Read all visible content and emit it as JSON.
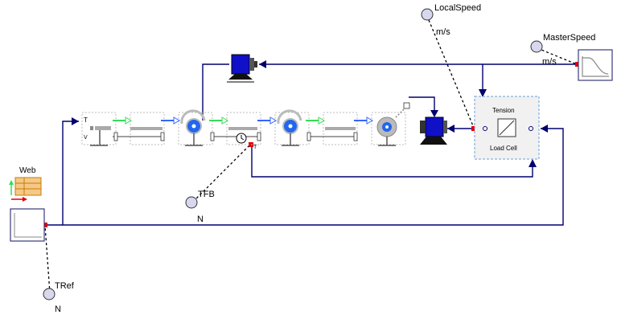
{
  "labels": {
    "local_speed": "LocalSpeed",
    "local_speed_unit": "m/s",
    "master_speed": "MasterSpeed",
    "master_speed_unit": "m/s",
    "tfb": "TFB",
    "tfb_unit": "N",
    "tref": "TRef",
    "tref_unit": "N",
    "web": "Web",
    "tension": "Tension",
    "load_cell": "Load Cell",
    "port_t": "T",
    "port_v": "V"
  },
  "colors": {
    "connector": "#00006e",
    "signal_dot": "#e00000",
    "motor_blue": "#1010c8",
    "belt_green": "#33dd55",
    "belt_blue": "#3366ff",
    "web_orange": "#f5c888",
    "sensor_fill": "#d7d7ee",
    "dashed_box": "#6a9fd8"
  },
  "icons": {
    "motor": "motor-icon",
    "roller": "roller-icon",
    "sensor": "sensor-circle-icon",
    "ramp": "ramp-icon",
    "web_table": "web-table-icon",
    "scope": "scope-icon",
    "load_cell": "load-cell-icon"
  }
}
